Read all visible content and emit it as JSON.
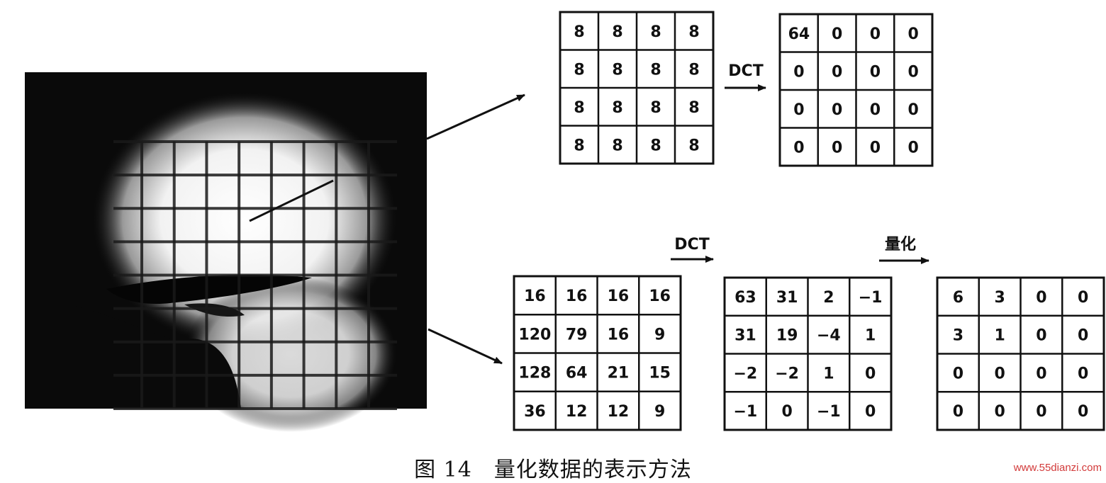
{
  "figure": {
    "caption": "图 14　量化数据的表示方法",
    "watermark": "www.55dianzi.com"
  },
  "arrows": {
    "top_dct_label": "DCT",
    "bottom_dct_label": "DCT",
    "quantize_label": "量化"
  },
  "matrices": {
    "top_input": [
      [
        "8",
        "8",
        "8",
        "8"
      ],
      [
        "8",
        "8",
        "8",
        "8"
      ],
      [
        "8",
        "8",
        "8",
        "8"
      ],
      [
        "8",
        "8",
        "8",
        "8"
      ]
    ],
    "top_dct": [
      [
        "64",
        "0",
        "0",
        "0"
      ],
      [
        "0",
        "0",
        "0",
        "0"
      ],
      [
        "0",
        "0",
        "0",
        "0"
      ],
      [
        "0",
        "0",
        "0",
        "0"
      ]
    ],
    "bottom_input": [
      [
        "16",
        "16",
        "16",
        "16"
      ],
      [
        "120",
        "79",
        "16",
        "9"
      ],
      [
        "128",
        "64",
        "21",
        "15"
      ],
      [
        "36",
        "12",
        "12",
        "9"
      ]
    ],
    "bottom_dct": [
      [
        "63",
        "31",
        "2",
        "−1"
      ],
      [
        "31",
        "19",
        "−4",
        "1"
      ],
      [
        "−2",
        "−2",
        "1",
        "0"
      ],
      [
        "−1",
        "0",
        "−1",
        "0"
      ]
    ],
    "bottom_quantized": [
      [
        "6",
        "3",
        "0",
        "0"
      ],
      [
        "3",
        "1",
        "0",
        "0"
      ],
      [
        "0",
        "0",
        "0",
        "0"
      ],
      [
        "0",
        "0",
        "0",
        "0"
      ]
    ]
  }
}
